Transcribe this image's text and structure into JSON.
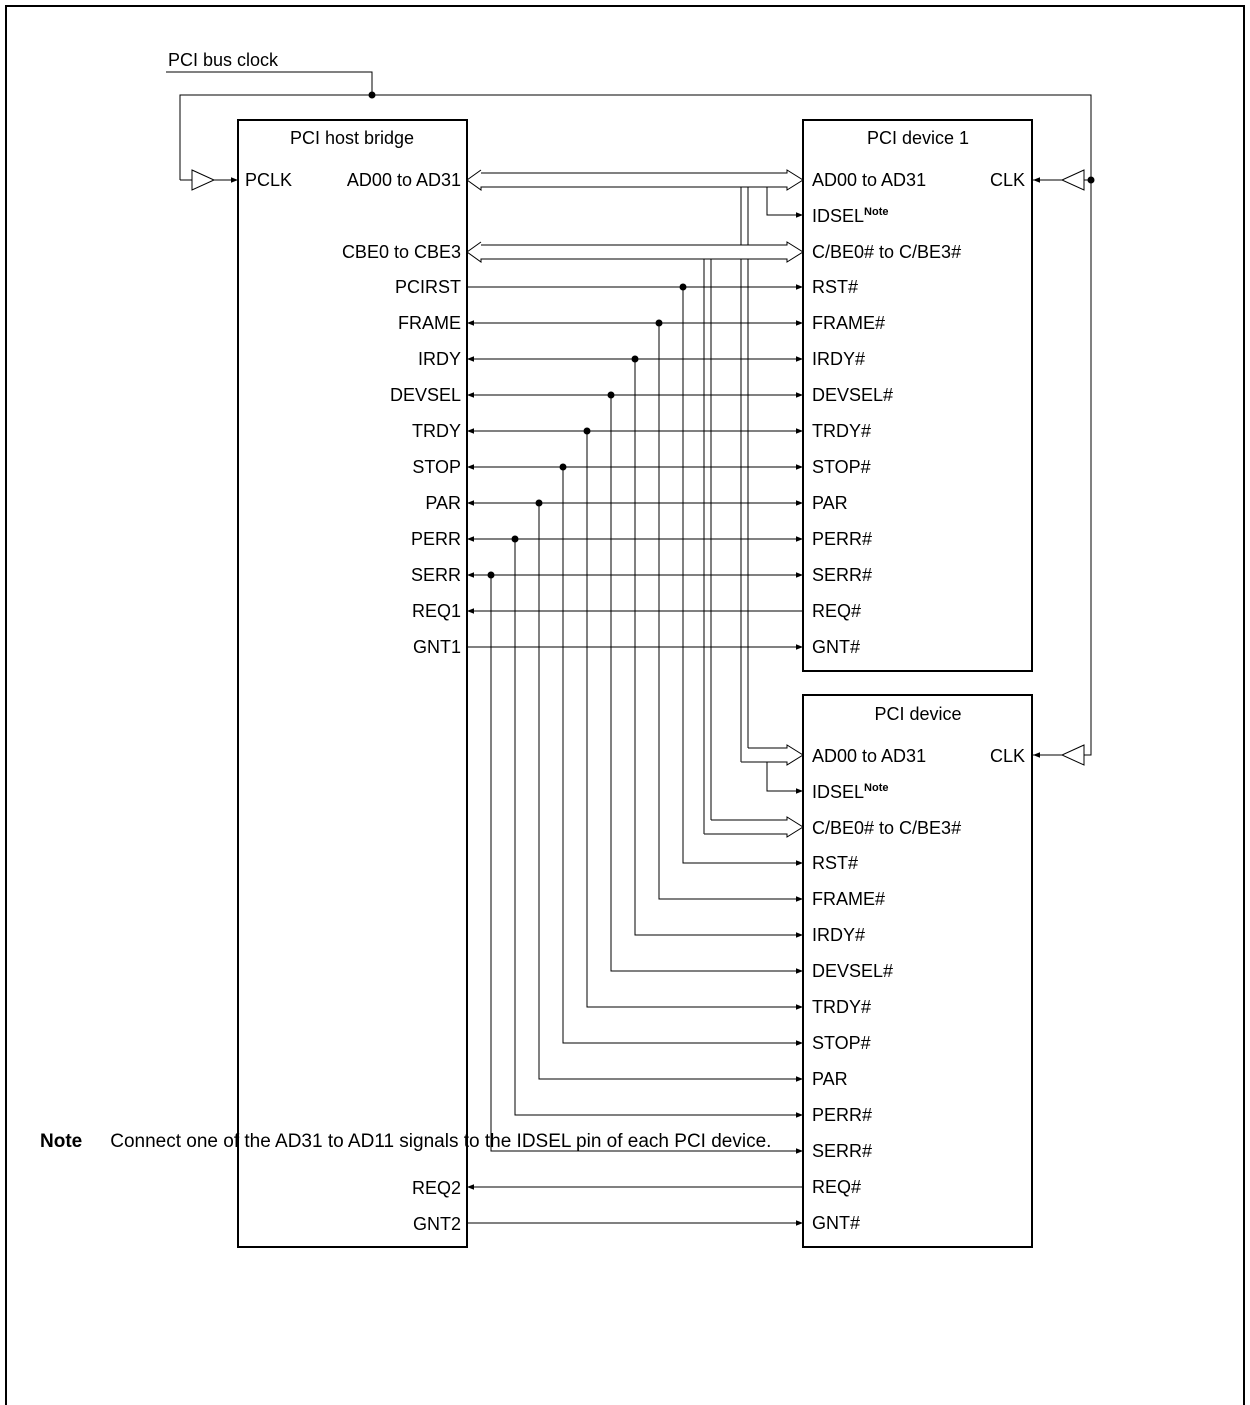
{
  "clock_label": "PCI bus clock",
  "host": {
    "title": "PCI host bridge",
    "pclk": "PCLK",
    "ad": "AD00 to AD31",
    "cbe": "CBE0 to CBE3",
    "pins": [
      "PCIRST",
      "FRAME",
      "IRDY",
      "DEVSEL",
      "TRDY",
      "STOP",
      "PAR",
      "PERR",
      "SERR",
      "REQ1",
      "GNT1"
    ],
    "req2": "REQ2",
    "gnt2": "GNT2"
  },
  "device1": {
    "title": "PCI device 1",
    "ad": "AD00 to AD31",
    "clk": "CLK",
    "idsel": "IDSEL",
    "idsel_sup": "Note",
    "cbe": "C/BE0# to C/BE3#",
    "pins": [
      "RST#",
      "FRAME#",
      "IRDY#",
      "DEVSEL#",
      "TRDY#",
      "STOP#",
      "PAR",
      "PERR#",
      "SERR#",
      "REQ#",
      "GNT#"
    ]
  },
  "device2": {
    "title": "PCI device",
    "ad": "AD00 to AD31",
    "clk": "CLK",
    "idsel": "IDSEL",
    "idsel_sup": "Note",
    "cbe": "C/BE0# to C/BE3#",
    "pins": [
      "RST#",
      "FRAME#",
      "IRDY#",
      "DEVSEL#",
      "TRDY#",
      "STOP#",
      "PAR",
      "PERR#",
      "SERR#",
      "REQ#",
      "GNT#"
    ]
  },
  "note": {
    "tag": "Note",
    "text": "Connect one of the AD31 to AD11 signals to the IDSEL pin of each PCI device."
  }
}
